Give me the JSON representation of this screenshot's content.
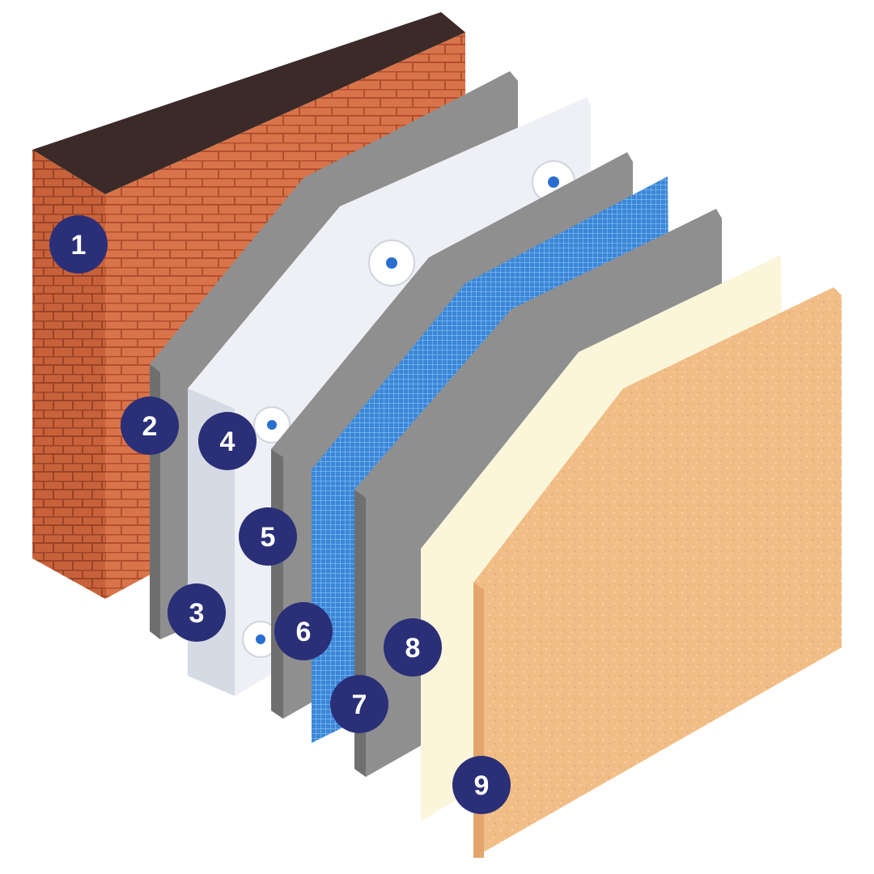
{
  "layers": [
    {
      "id": "brick-wall",
      "marker": "1"
    },
    {
      "id": "adhesive-layer",
      "marker": "2"
    },
    {
      "id": "insulation-board",
      "marker": "3"
    },
    {
      "id": "anchor-dowels",
      "marker": "4"
    },
    {
      "id": "base-coat",
      "marker": "5"
    },
    {
      "id": "reinforcing-mesh",
      "marker": "6"
    },
    {
      "id": "finish-base-coat",
      "marker": "7"
    },
    {
      "id": "primer-layer",
      "marker": "8"
    },
    {
      "id": "decorative-plaster",
      "marker": "9"
    }
  ],
  "colors": {
    "marker_fill": "#2a2f78",
    "marker_text": "#ffffff",
    "brick": "#d9744a",
    "mortar": "#b04f2e",
    "wall_top": "#3b2a28",
    "gray_layer": "#8f8f8f",
    "white_board": "#eef0f5",
    "mesh": "#3a86d8",
    "primer": "#fbf6da",
    "plaster": "#f1bd86"
  }
}
